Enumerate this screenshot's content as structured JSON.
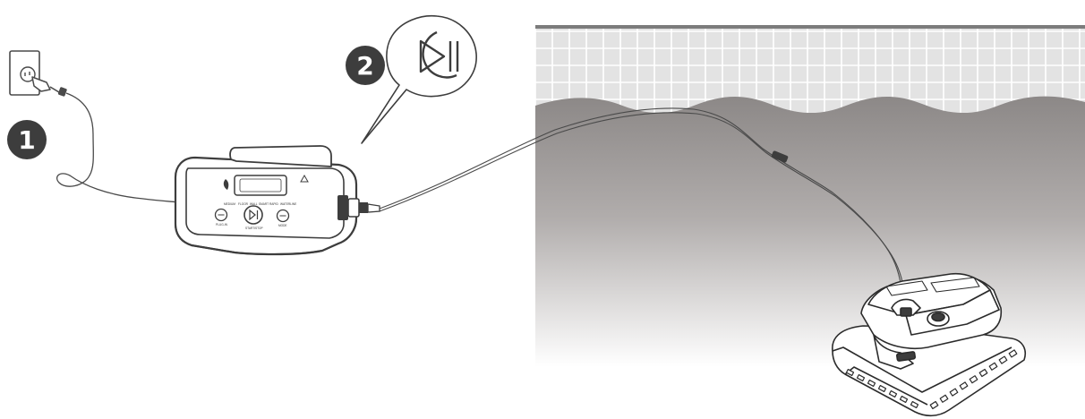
{
  "steps": [
    {
      "number": "1",
      "meaning": "plug-in"
    },
    {
      "number": "2",
      "meaning": "press start"
    }
  ],
  "control_box": {
    "panel_labels": [
      "MEDIUM",
      "FLOOR",
      "WALL",
      "SMART",
      "RAPID",
      "WATERLINE"
    ],
    "button_labels": [
      "PLUG-IN",
      "START/STOP",
      "MODE"
    ]
  },
  "icons": {
    "callout": "play-pause-icon",
    "outlet": "wall-outlet-icon",
    "robot": "pool-robot-icon"
  },
  "colors": {
    "badge": "#3d3d3d",
    "line": "#4a4a4a",
    "tile_bg": "#e3e3e3",
    "tile_grid": "#ffffff",
    "rim": "#7c7c7c",
    "water_top": "#8c8887",
    "water_bottom": "#ffffff"
  }
}
